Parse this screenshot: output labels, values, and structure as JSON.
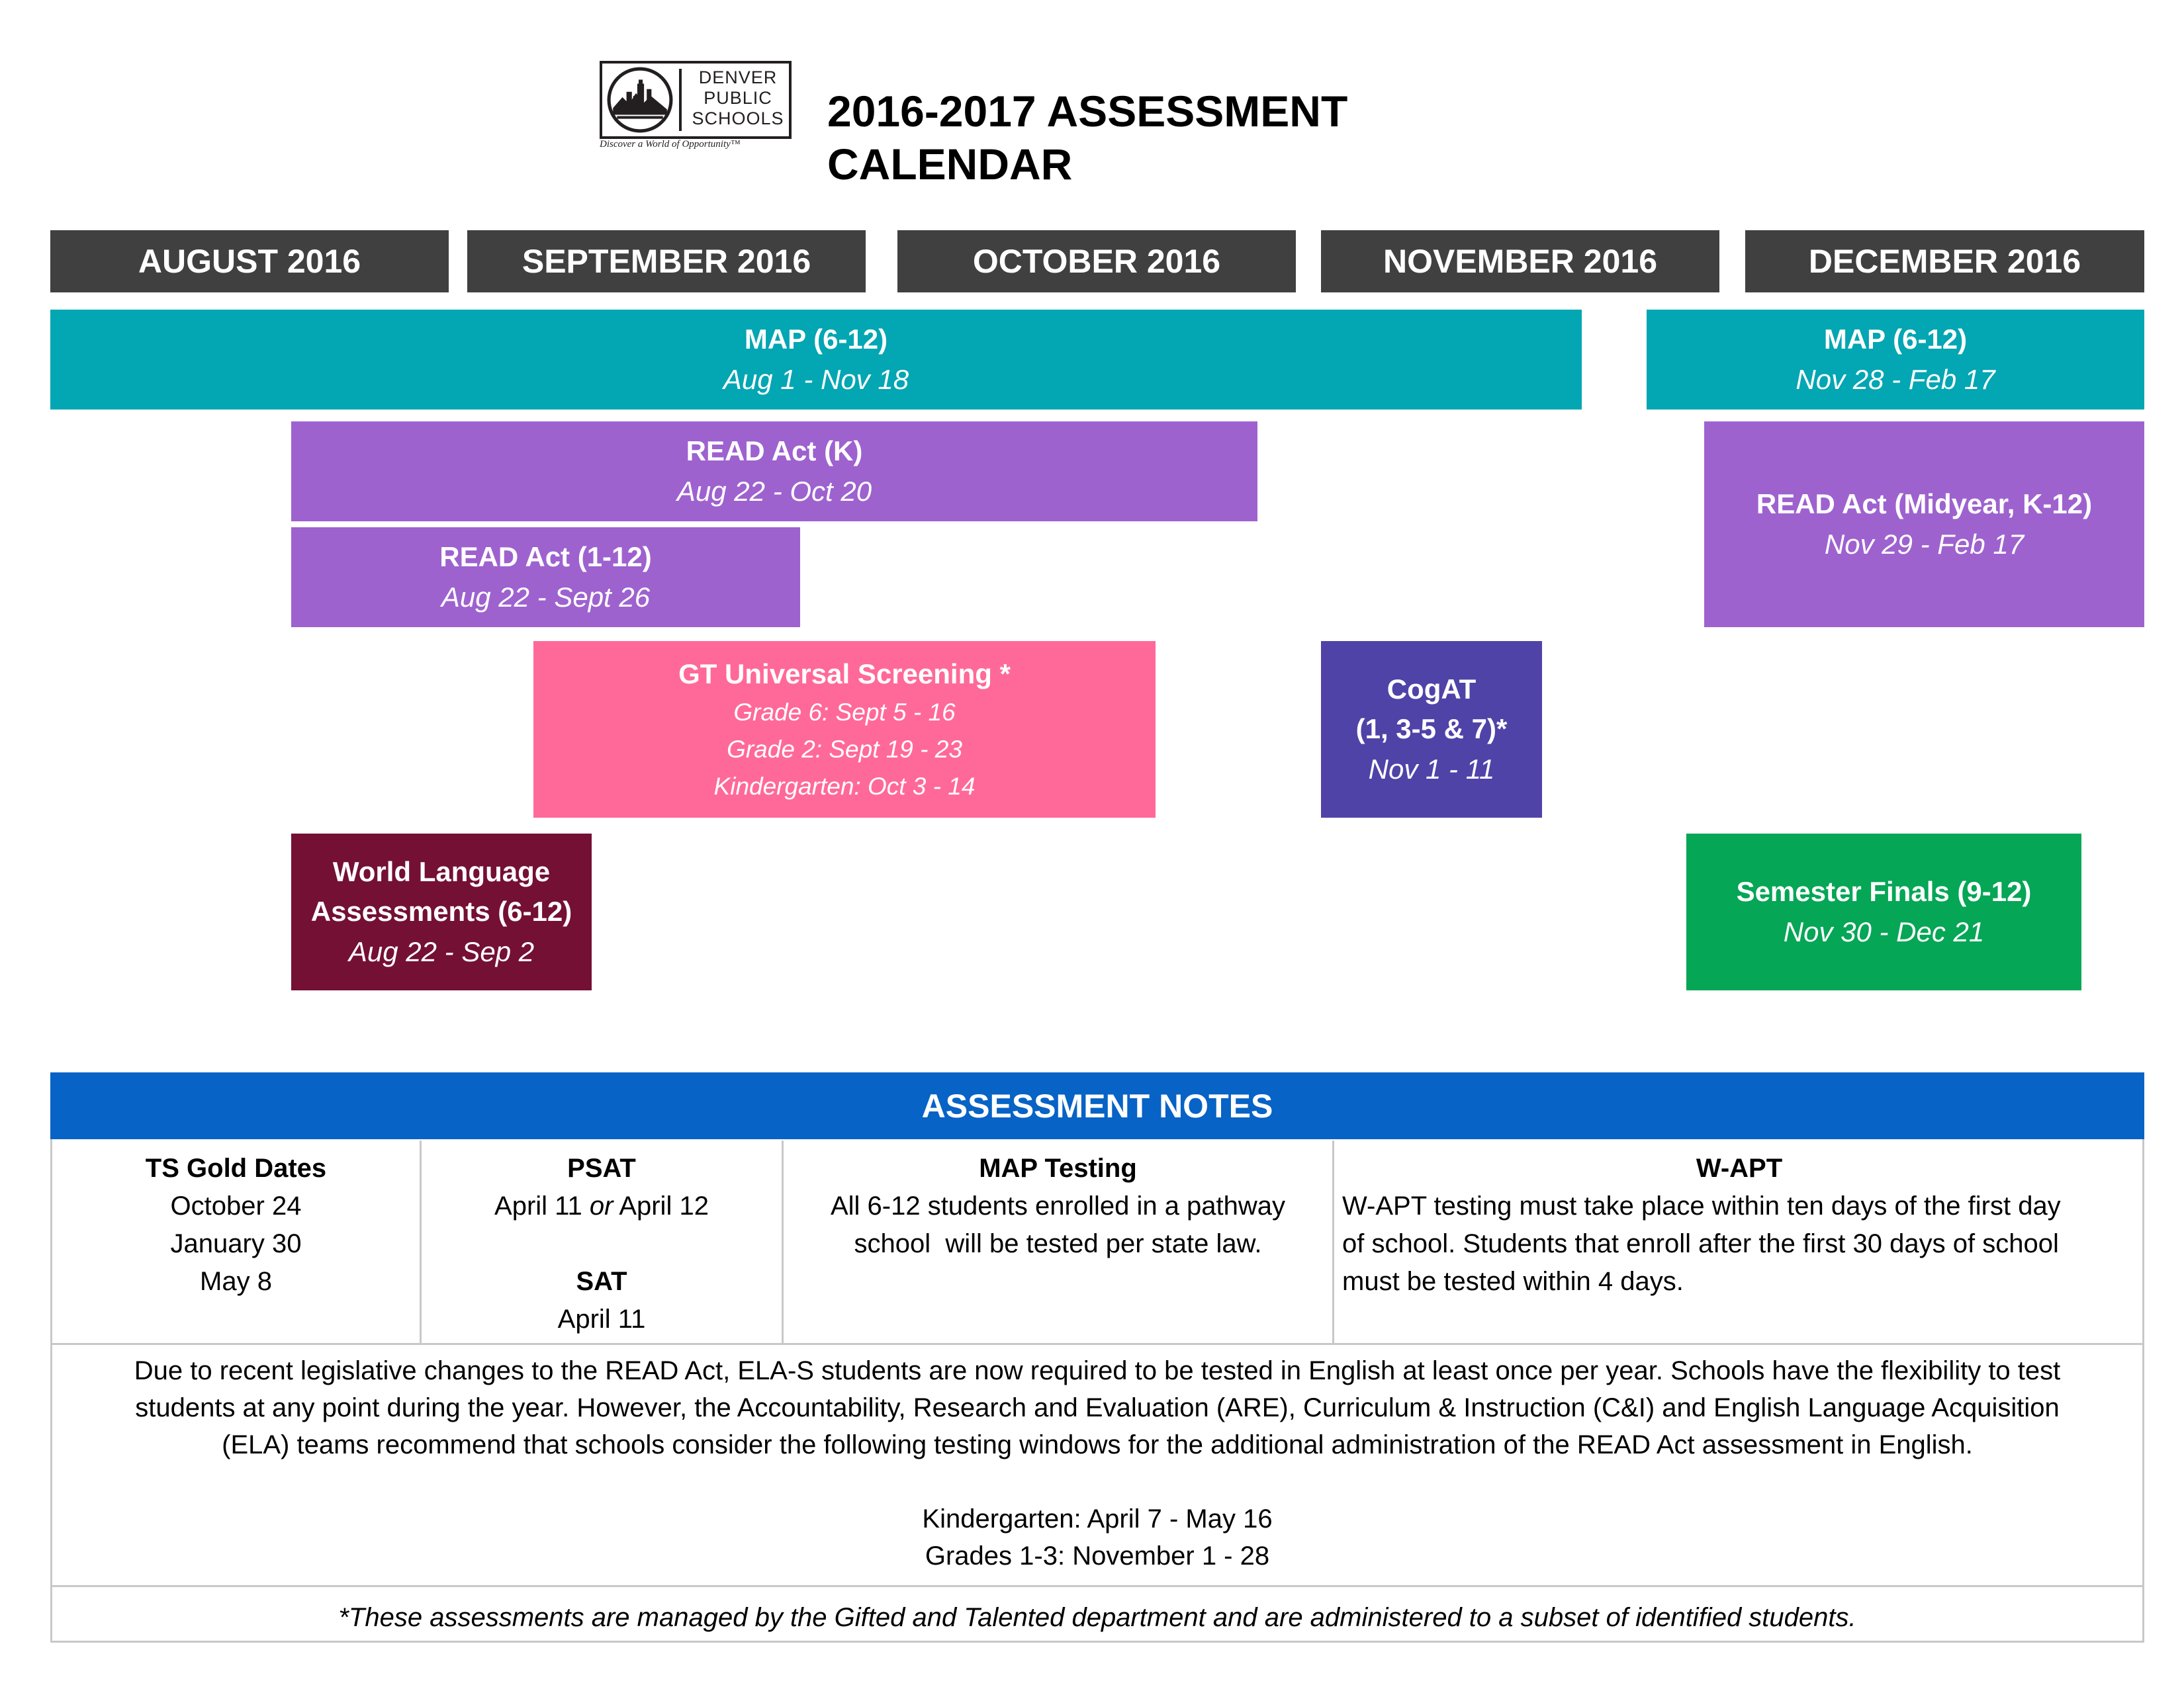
{
  "header": {
    "logo": {
      "line1": "DENVER",
      "line2": "PUBLIC",
      "line3": "SCHOOLS",
      "tagline": "Discover a World of Opportunity™"
    },
    "title": "2016-2017 ASSESSMENT CALENDAR"
  },
  "months": [
    "AUGUST 2016",
    "SEPTEMBER 2016",
    "OCTOBER 2016",
    "NOVEMBER 2016",
    "DECEMBER 2016"
  ],
  "events": {
    "map1": {
      "title": "MAP (6-12)",
      "dates": "Aug 1 - Nov 18"
    },
    "map2": {
      "title": "MAP (6-12)",
      "dates": "Nov 28 - Feb 17"
    },
    "read_k": {
      "title": "READ Act (K)",
      "dates": "Aug 22 - Oct 20"
    },
    "read_1_12": {
      "title": "READ Act (1-12)",
      "dates": "Aug 22 - Sept 26"
    },
    "read_midyear": {
      "title": "READ Act (Midyear, K-12)",
      "dates": "Nov 29 - Feb 17"
    },
    "gt": {
      "title": "GT Universal Screening *",
      "line1": "Grade 6: Sept 5 - 16",
      "line2": "Grade 2: Sept 19 - 23",
      "line3": "Kindergarten: Oct 3 - 14"
    },
    "cogat": {
      "title1": "CogAT",
      "title2": "(1, 3-5 & 7)*",
      "dates": "Nov 1 - 11"
    },
    "world_lang": {
      "title1": "World Language",
      "title2": "Assessments (6-12)",
      "dates": "Aug 22 - Sep 2"
    },
    "finals": {
      "title": "Semester Finals (9-12)",
      "dates": "Nov 30 - Dec 21"
    }
  },
  "notes": {
    "header": "ASSESSMENT NOTES",
    "ts_gold": {
      "title": "TS Gold Dates",
      "d1": "October 24",
      "d2": "January 30",
      "d3": "May 8"
    },
    "psat": {
      "title": "PSAT",
      "date_a": "April 11",
      "or": "or",
      "date_b": "April 12",
      "sat_title": "SAT",
      "sat_date": "April 11"
    },
    "map_testing": {
      "title": "MAP Testing",
      "line1": "All 6-12 students enrolled in a pathway",
      "line2": "school  will be tested per state law."
    },
    "wapt": {
      "title": "W-APT",
      "line1": "W-APT testing must take place within ten days of the first day",
      "line2": "of school. Students that enroll after the first 30 days of school",
      "line3": "must be tested within 4 days."
    },
    "read_text": {
      "line1": "Due to recent legislative changes to the READ Act, ELA-S students are now required to be tested in English at least once per year. Schools have the flexibility to test",
      "line2": "students at any point during the year. However, the Accountability, Research and Evaluation (ARE), Curriculum & Instruction (C&I) and English Language Acquisition",
      "line3": "(ELA) teams recommend that schools consider the following testing windows for the additional administration of the READ Act assessment in English.",
      "kinder": "Kindergarten: April 7 - May 16",
      "grades": "Grades 1-3: November 1 - 28"
    },
    "footnote": "*These assessments are managed by the Gifted and Talented department and are administered to a subset of identified students."
  },
  "colors": {
    "month_header": "#404040",
    "map": "#03a6b3",
    "read": "#9e62cf",
    "gt": "#ff6999",
    "cogat": "#4f43a8",
    "world_language": "#741033",
    "finals": "#05a655",
    "notes_header": "#0763c5"
  }
}
